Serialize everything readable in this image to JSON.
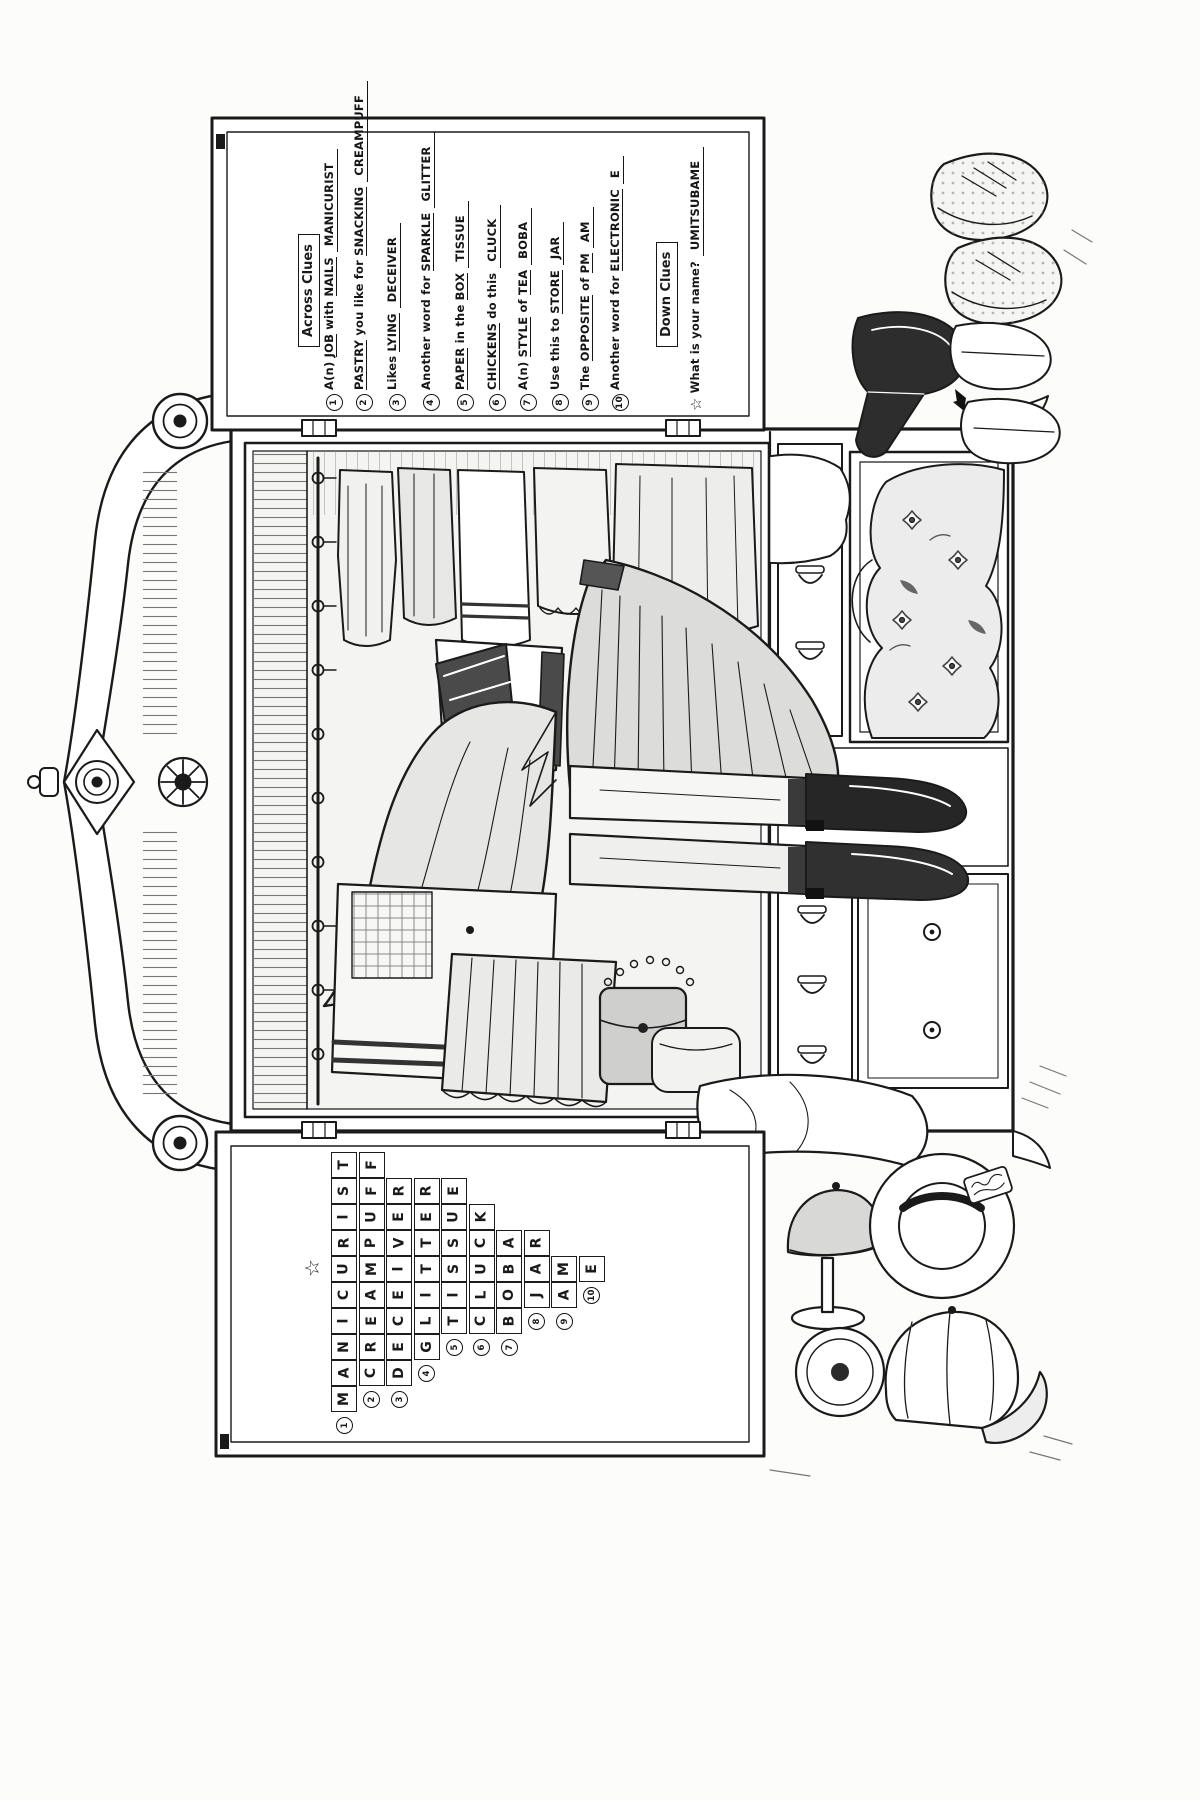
{
  "page": {
    "ink_color": "#1a1a1a",
    "paper_color": "#fcfcfb"
  },
  "clues_panel": {
    "across_header": "Across Clues",
    "down_header": "Down Clues",
    "across": [
      {
        "num": "1",
        "parts": [
          {
            "t": "A(n) ",
            "u": false
          },
          {
            "t": "JOB",
            "u": true
          },
          {
            "t": " with ",
            "u": false
          },
          {
            "t": "NAILS",
            "u": true
          }
        ],
        "answer": "MANICURIST"
      },
      {
        "num": "2",
        "parts": [
          {
            "t": "PASTRY",
            "u": true
          },
          {
            "t": " you like for ",
            "u": false
          },
          {
            "t": "SNACKING",
            "u": true
          }
        ],
        "answer": "CREAMPUFF"
      },
      {
        "num": "3",
        "parts": [
          {
            "t": "Likes ",
            "u": false
          },
          {
            "t": "LYING",
            "u": true
          }
        ],
        "answer": "DECEIVER"
      },
      {
        "num": "4",
        "parts": [
          {
            "t": "Another word for ",
            "u": false
          },
          {
            "t": "SPARKLE",
            "u": true
          }
        ],
        "answer": "GLITTER"
      },
      {
        "num": "5",
        "parts": [
          {
            "t": "PAPER",
            "u": true
          },
          {
            "t": " in the ",
            "u": false
          },
          {
            "t": "BOX",
            "u": true
          }
        ],
        "answer": "TISSUE"
      },
      {
        "num": "6",
        "parts": [
          {
            "t": "CHICKENS",
            "u": true
          },
          {
            "t": " do this",
            "u": false
          }
        ],
        "answer": "CLUCK"
      },
      {
        "num": "7",
        "parts": [
          {
            "t": "A(n) ",
            "u": false
          },
          {
            "t": "STYLE",
            "u": true
          },
          {
            "t": " of ",
            "u": false
          },
          {
            "t": "TEA",
            "u": true
          }
        ],
        "answer": "BOBA"
      },
      {
        "num": "8",
        "parts": [
          {
            "t": "Use this to ",
            "u": false
          },
          {
            "t": "STORE",
            "u": true
          }
        ],
        "answer": "JAR"
      },
      {
        "num": "9",
        "parts": [
          {
            "t": "The ",
            "u": false
          },
          {
            "t": "OPPOSITE",
            "u": true
          },
          {
            "t": " of ",
            "u": false
          },
          {
            "t": "PM",
            "u": true
          }
        ],
        "answer": "AM"
      },
      {
        "num": "10",
        "parts": [
          {
            "t": "Another word for ",
            "u": false
          },
          {
            "t": "ELECTRONIC",
            "u": true
          }
        ],
        "answer": "E"
      }
    ],
    "down": [
      {
        "num": "☆",
        "parts": [
          {
            "t": "What is your name?",
            "u": false
          }
        ],
        "answer": "UMITSUBAME"
      }
    ]
  },
  "crossword": {
    "star_marker": "☆",
    "down_answer": "UMITSUBAME",
    "cell_color": "#ffffff",
    "words": [
      {
        "num": "1",
        "answer": "MANICURIST",
        "key_index": 6
      },
      {
        "num": "2",
        "answer": "CREAMPUFF",
        "key_index": 5
      },
      {
        "num": "3",
        "answer": "DECEIVER",
        "key_index": 5
      },
      {
        "num": "4",
        "answer": "GLITTER",
        "key_index": 4
      },
      {
        "num": "5",
        "answer": "TISSUE",
        "key_index": 3
      },
      {
        "num": "6",
        "answer": "CLUCK",
        "key_index": 3
      },
      {
        "num": "7",
        "answer": "BOBA",
        "key_index": 3
      },
      {
        "num": "8",
        "answer": "JAR",
        "key_index": 2
      },
      {
        "num": "9",
        "answer": "AM",
        "key_index": 2
      },
      {
        "num": "10",
        "answer": "E",
        "key_index": 1
      }
    ]
  }
}
